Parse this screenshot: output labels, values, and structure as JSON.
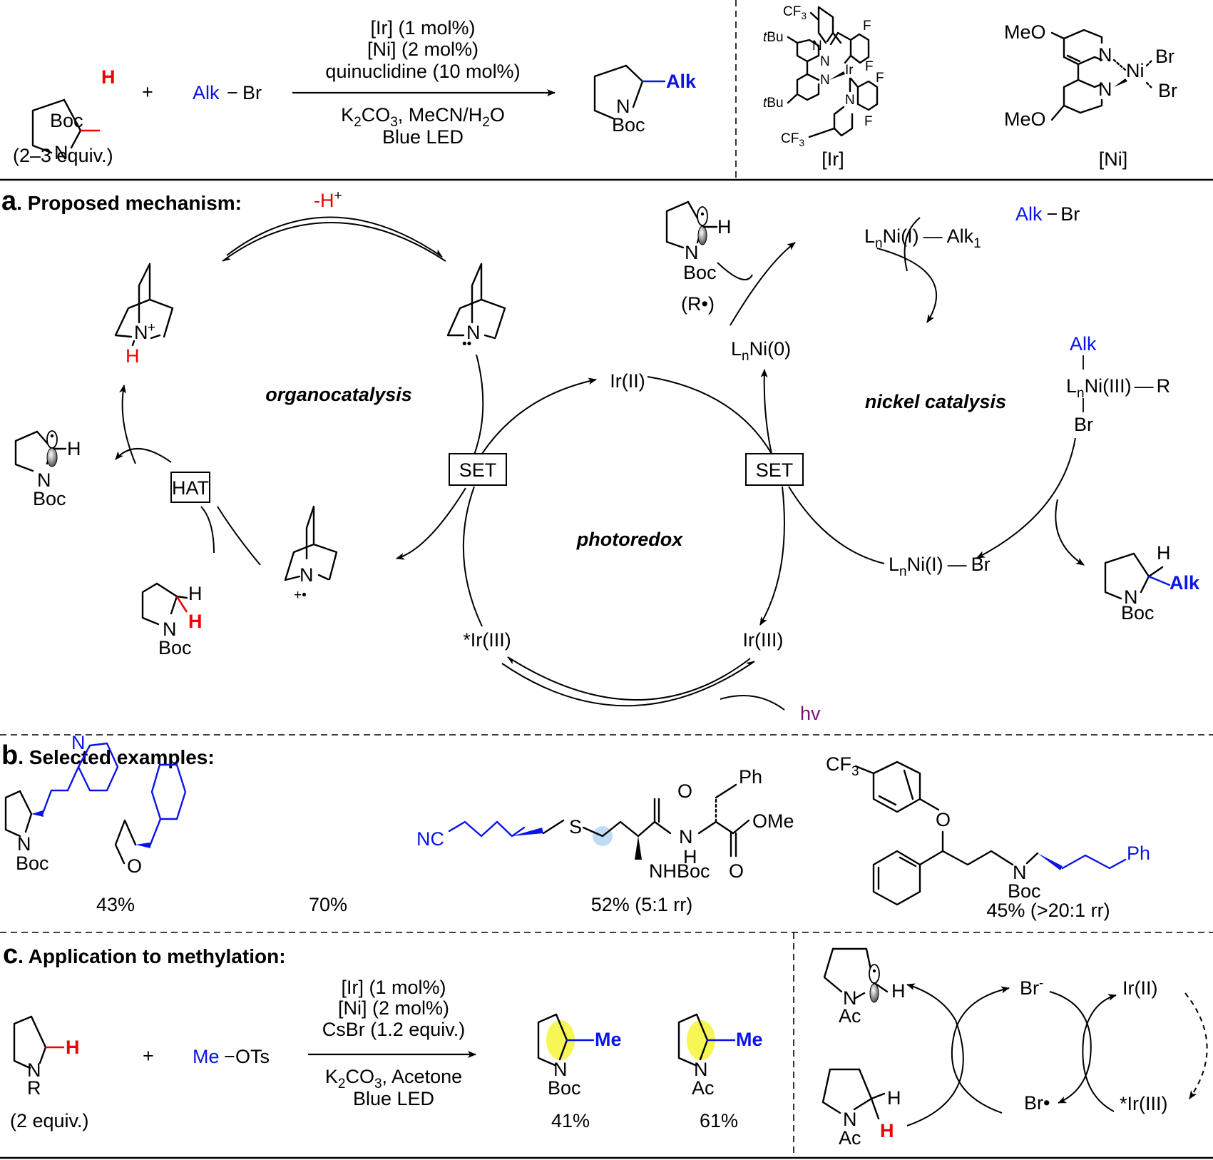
{
  "top_scheme": {
    "substrate": {
      "n": "N",
      "protect": "Boc",
      "h": "H",
      "equiv": "(2–3 equiv.)"
    },
    "plus": "+",
    "reagent": {
      "alk": "Alk",
      "dash": "−",
      "br": "Br"
    },
    "conditions_above": [
      "[Ir] (1 mol%)",
      "[Ni] (2 mol%)",
      "quinuclidine (10 mol%)"
    ],
    "conditions_below_1": {
      "k": "K",
      "k_sub": "2",
      "co": "CO",
      "co_sub": "3",
      "rest": ", MeCN/H",
      "h_sub": "2",
      "o": "O"
    },
    "conditions_below_2": "Blue LED",
    "product": {
      "n": "N",
      "protect": "Boc",
      "alk": "Alk"
    }
  },
  "catalysts": {
    "ir": {
      "label": "[Ir]",
      "cf3_top": "CF",
      "cf3_sub": "3",
      "cf3_bot": "CF",
      "tbu": "tBu",
      "tbu_t": "t",
      "tbu_rest": "Bu",
      "n": "N",
      "metal": "Ir",
      "f": "F"
    },
    "ni": {
      "label": "[Ni]",
      "meo": "MeO",
      "n": "N",
      "metal": "Ni",
      "br": "Br"
    }
  },
  "section_a": {
    "letter": "a",
    "title": ". Proposed mechanism:",
    "minus_h": "-H",
    "minus_h_sup": "+",
    "cycles": {
      "organo": "organocatalysis",
      "photo": "photoredox",
      "nickel": "nickel catalysis"
    },
    "boxes": {
      "hat": "HAT",
      "set_left": "SET",
      "set_right": "SET"
    },
    "quin_plus": "N",
    "quin_plus_charge": "+",
    "quin_h": "H",
    "quin_free": "N",
    "quin_free_lp": "••",
    "quin_radcat": "N",
    "quin_radcat_charge": "+•",
    "radical_left": {
      "n": "N",
      "boc": "Boc",
      "h": "H"
    },
    "substrate_bottom": {
      "n": "N",
      "boc": "Boc",
      "h1": "H",
      "h2": "H"
    },
    "radical_top": {
      "n": "N",
      "boc": "Boc",
      "h": "H",
      "label": "(R•)"
    },
    "ir_species": {
      "ir2": "Ir(II)",
      "ir3_star": "*Ir(III)",
      "ir3": "Ir(III)",
      "hv": "hv"
    },
    "ni_species": {
      "ni0": {
        "l": "L",
        "n": "n",
        "rest": "Ni(0)"
      },
      "ni1_alk": {
        "l": "L",
        "n": "n",
        "rest": "Ni(I)",
        "dash": "—",
        "alk": "Alk",
        "sub": "1"
      },
      "ni3": {
        "alk": "Alk",
        "l": "L",
        "n": "n",
        "rest": "Ni(III)",
        "dash": "—",
        "r": "R",
        "br": "Br"
      },
      "ni1_br": {
        "l": "L",
        "n": "n",
        "rest": "Ni(I)",
        "dash": "—",
        "br": "Br"
      },
      "alkbr": {
        "alk": "Alk",
        "dash": "−",
        "br": "Br"
      }
    },
    "product": {
      "n": "N",
      "boc": "Boc",
      "h": "H",
      "alk": "Alk"
    }
  },
  "section_b": {
    "letter": "b",
    "title": ". Selected examples:",
    "examples": [
      {
        "atoms": {
          "n": "N",
          "boc": "Boc",
          "py_n": "N"
        },
        "yield": "43%"
      },
      {
        "atoms": {
          "o": "O"
        },
        "yield": "70%"
      },
      {
        "atoms": {
          "nc": "NC",
          "s": "S",
          "o1": "O",
          "nh": "N",
          "h": "H",
          "nhboc": "NHBoc",
          "ome": "OMe",
          "o2": "O",
          "ph": "Ph"
        },
        "yield": "52% (5:1 rr)"
      },
      {
        "atoms": {
          "cf": "CF",
          "cf_sub": "3",
          "o": "O",
          "n": "N",
          "boc": "Boc",
          "ph": "Ph"
        },
        "yield": "45% (>20:1 rr)"
      }
    ]
  },
  "section_c": {
    "letter": "c",
    "title": ". Application to methylation:",
    "substrate": {
      "n": "N",
      "r": "R",
      "h": "H",
      "equiv": "(2 equiv.)"
    },
    "plus": "+",
    "reagent": {
      "me": "Me",
      "dash": "−",
      "ots": "OTs"
    },
    "conditions_above": [
      "[Ir] (1 mol%)",
      "[Ni] (2 mol%)",
      "CsBr (1.2 equiv.)"
    ],
    "conditions_below_1": {
      "k": "K",
      "k_sub": "2",
      "co": "CO",
      "co_sub": "3",
      "rest": ", Acetone"
    },
    "conditions_below_2": "Blue LED",
    "products": [
      {
        "n": "N",
        "protect": "Boc",
        "me": "Me",
        "yield": "41%"
      },
      {
        "n": "N",
        "protect": "Ac",
        "me": "Me",
        "yield": "61%"
      }
    ],
    "inset": {
      "radical": {
        "n": "N",
        "ac": "Ac",
        "h": "H"
      },
      "substrate": {
        "n": "N",
        "ac": "Ac",
        "h1": "H",
        "h2": "H"
      },
      "br_minus": "Br",
      "br_minus_sup": "-",
      "br_rad": "Br•",
      "ir2": "Ir(II)",
      "ir3_star": "*Ir(III)"
    }
  },
  "colors": {
    "alkyl_blue": "#0a14e6",
    "hydrogen_red": "#f00000",
    "hv_purple": "#7a0f7a",
    "highlight_yellow": "#f5f53a",
    "highlight_lightblue": "#bfdcf7"
  }
}
